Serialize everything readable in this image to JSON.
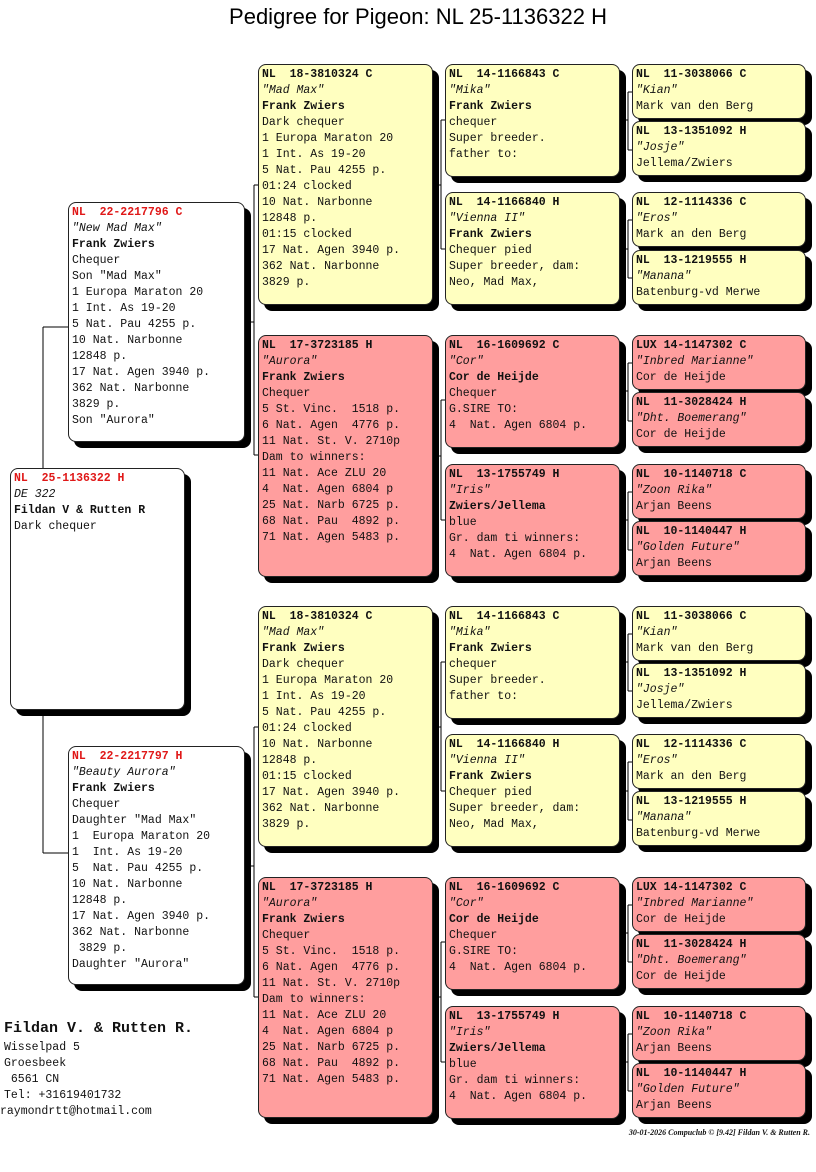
{
  "title": "Pedigree for Pigeon: NL  25-1136322 H",
  "owner": {
    "name": "Fildan V. & Rutten R.",
    "lines": [
      "Wisselpad 5",
      "Groesbeek",
      " 6561 CN",
      "Tel: +31619401732",
      "raymondrtt@hotmail.com"
    ]
  },
  "footer": "30-01-2026   Compuclub © [9.42]  Fildan V. & Rutten R.",
  "colors": {
    "gen2": "#ffffff",
    "sire_line": "#ffffc0",
    "dam_line": "#ff9e9e",
    "ring_red": "#e01818"
  },
  "pigeons": [
    {
      "id": "subject",
      "ring": "NL  25-1136322 H",
      "name": "DE 322",
      "breeder": "Fildan V & Rutten R",
      "info": [
        "Dark chequer"
      ]
    },
    {
      "id": "sire",
      "ring": "NL  22-2217796 C",
      "name": "\"New Mad Max\"",
      "breeder": "Frank Zwiers",
      "info": [
        "Chequer",
        "Son \"Mad Max\"",
        "1 Europa Maraton 20",
        "1 Int. As 19-20",
        "5 Nat. Pau 4255 p.",
        "10 Nat. Narbonne",
        "12848 p.",
        "17 Nat. Agen 3940 p.",
        "362 Nat. Narbonne",
        "3829 p.",
        "Son \"Aurora\""
      ]
    },
    {
      "id": "dam",
      "ring": "NL  22-2217797 H",
      "name": "\"Beauty Aurora\"",
      "breeder": "Frank Zwiers",
      "info": [
        "Chequer",
        "Daughter \"Mad Max\"",
        "1  Europa Maraton 20",
        "1  Int. As 19-20",
        "5  Nat. Pau 4255 p.",
        "10 Nat. Narbonne",
        "12848 p.",
        "17 Nat. Agen 3940 p.",
        "362 Nat. Narbonne",
        " 3829 p.",
        "Daughter \"Aurora\""
      ]
    },
    {
      "id": "ss",
      "ring": "NL  18-3810324 C",
      "name": "\"Mad Max\"",
      "breeder": "Frank Zwiers",
      "info": [
        "Dark chequer",
        "1 Europa Maraton 20",
        "1 Int. As 19-20",
        "5 Nat. Pau 4255 p.",
        "01:24 clocked",
        "10 Nat. Narbonne",
        "12848 p.",
        "01:15 clocked",
        "17 Nat. Agen 3940 p.",
        "362 Nat. Narbonne",
        "3829 p."
      ]
    },
    {
      "id": "sd",
      "ring": "NL  17-3723185 H",
      "name": "\"Aurora\"",
      "breeder": "Frank Zwiers",
      "info": [
        "Chequer",
        "5 St. Vinc.  1518 p.",
        "6 Nat. Agen  4776 p.",
        "11 Nat. St. V. 2710p",
        "Dam to winners:",
        "11 Nat. Ace ZLU 20",
        "4  Nat. Agen 6804 p",
        "25 Nat. Narb 6725 p.",
        "68 Nat. Pau  4892 p.",
        "71 Nat. Agen 5483 p."
      ]
    },
    {
      "id": "ds",
      "ring": "NL  18-3810324 C",
      "name": "\"Mad Max\"",
      "breeder": "Frank Zwiers",
      "info": [
        "Dark chequer",
        "1 Europa Maraton 20",
        "1 Int. As 19-20",
        "5 Nat. Pau 4255 p.",
        "01:24 clocked",
        "10 Nat. Narbonne",
        "12848 p.",
        "01:15 clocked",
        "17 Nat. Agen 3940 p.",
        "362 Nat. Narbonne",
        "3829 p."
      ]
    },
    {
      "id": "dd",
      "ring": "NL  17-3723185 H",
      "name": "\"Aurora\"",
      "breeder": "Frank Zwiers",
      "info": [
        "Chequer",
        "5 St. Vinc.  1518 p.",
        "6 Nat. Agen  4776 p.",
        "11 Nat. St. V. 2710p",
        "Dam to winners:",
        "11 Nat. Ace ZLU 20",
        "4  Nat. Agen 6804 p",
        "25 Nat. Narb 6725 p.",
        "68 Nat. Pau  4892 p.",
        "71 Nat. Agen 5483 p."
      ]
    },
    {
      "id": "sss",
      "ring": "NL  14-1166843 C",
      "name": "\"Mika\"",
      "breeder": "Frank Zwiers",
      "info": [
        "chequer",
        "Super breeder.",
        "father to:"
      ]
    },
    {
      "id": "ssd",
      "ring": "NL  14-1166840 H",
      "name": "\"Vienna II\"",
      "breeder": "Frank Zwiers",
      "info": [
        "Chequer pied",
        "Super breeder, dam:",
        "Neo, Mad Max,"
      ]
    },
    {
      "id": "sds",
      "ring": "NL  16-1609692 C",
      "name": "\"Cor\"",
      "breeder": "Cor de Heijde",
      "info": [
        "Chequer",
        "G.SIRE TO:",
        "4  Nat. Agen 6804 p."
      ]
    },
    {
      "id": "sdd",
      "ring": "NL  13-1755749 H",
      "name": "\"Iris\"",
      "breeder": "Zwiers/Jellema",
      "info": [
        "blue",
        "Gr. dam ti winners:",
        "4  Nat. Agen 6804 p."
      ]
    },
    {
      "id": "dss",
      "ring": "NL  14-1166843 C",
      "name": "\"Mika\"",
      "breeder": "Frank Zwiers",
      "info": [
        "chequer",
        "Super breeder.",
        "father to:"
      ]
    },
    {
      "id": "dsd",
      "ring": "NL  14-1166840 H",
      "name": "\"Vienna II\"",
      "breeder": "Frank Zwiers",
      "info": [
        "Chequer pied",
        "Super breeder, dam:",
        "Neo, Mad Max,"
      ]
    },
    {
      "id": "dds",
      "ring": "NL  16-1609692 C",
      "name": "\"Cor\"",
      "breeder": "Cor de Heijde",
      "info": [
        "Chequer",
        "G.SIRE TO:",
        "4  Nat. Agen 6804 p."
      ]
    },
    {
      "id": "ddd",
      "ring": "NL  13-1755749 H",
      "name": "\"Iris\"",
      "breeder": "Zwiers/Jellema",
      "info": [
        "blue",
        "Gr. dam ti winners:",
        "4  Nat. Agen 6804 p."
      ]
    },
    {
      "id": "g5-1",
      "ring": "NL  11-3038066 C",
      "name": "\"Kian\"",
      "breeder": "Mark van den Berg",
      "info": []
    },
    {
      "id": "g5-2",
      "ring": "NL  13-1351092 H",
      "name": "\"Josje\"",
      "breeder": "Jellema/Zwiers",
      "info": []
    },
    {
      "id": "g5-3",
      "ring": "NL  12-1114336 C",
      "name": "\"Eros\"",
      "breeder": "Mark an den Berg",
      "info": []
    },
    {
      "id": "g5-4",
      "ring": "NL  13-1219555 H",
      "name": "\"Manana\"",
      "breeder": "Batenburg-vd Merwe",
      "info": []
    },
    {
      "id": "g5-5",
      "ring": "LUX 14-1147302 C",
      "name": "\"Inbred Marianne\"",
      "breeder": "Cor de Heijde",
      "info": []
    },
    {
      "id": "g5-6",
      "ring": "NL  11-3028424 H",
      "name": "\"Dht. Boemerang\"",
      "breeder": "Cor de Heijde",
      "info": []
    },
    {
      "id": "g5-7",
      "ring": "NL  10-1140718 C",
      "name": "\"Zoon Rika\"",
      "breeder": "Arjan Beens",
      "info": []
    },
    {
      "id": "g5-8",
      "ring": "NL  10-1140447 H",
      "name": "\"Golden Future\"",
      "breeder": "Arjan Beens",
      "info": []
    },
    {
      "id": "g5-9",
      "ring": "NL  11-3038066 C",
      "name": "\"Kian\"",
      "breeder": "Mark van den Berg",
      "info": []
    },
    {
      "id": "g5-10",
      "ring": "NL  13-1351092 H",
      "name": "\"Josje\"",
      "breeder": "Jellema/Zwiers",
      "info": []
    },
    {
      "id": "g5-11",
      "ring": "NL  12-1114336 C",
      "name": "\"Eros\"",
      "breeder": "Mark an den Berg",
      "info": []
    },
    {
      "id": "g5-12",
      "ring": "NL  13-1219555 H",
      "name": "\"Manana\"",
      "breeder": "Batenburg-vd Merwe",
      "info": []
    },
    {
      "id": "g5-13",
      "ring": "LUX 14-1147302 C",
      "name": "\"Inbred Marianne\"",
      "breeder": "Cor de Heijde",
      "info": []
    },
    {
      "id": "g5-14",
      "ring": "NL  11-3028424 H",
      "name": "\"Dht. Boemerang\"",
      "breeder": "Cor de Heijde",
      "info": []
    },
    {
      "id": "g5-15",
      "ring": "NL  10-1140718 C",
      "name": "\"Zoon Rika\"",
      "breeder": "Arjan Beens",
      "info": []
    },
    {
      "id": "g5-16",
      "ring": "NL  10-1140447 H",
      "name": "\"Golden Future\"",
      "breeder": "Arjan Beens",
      "info": []
    }
  ]
}
